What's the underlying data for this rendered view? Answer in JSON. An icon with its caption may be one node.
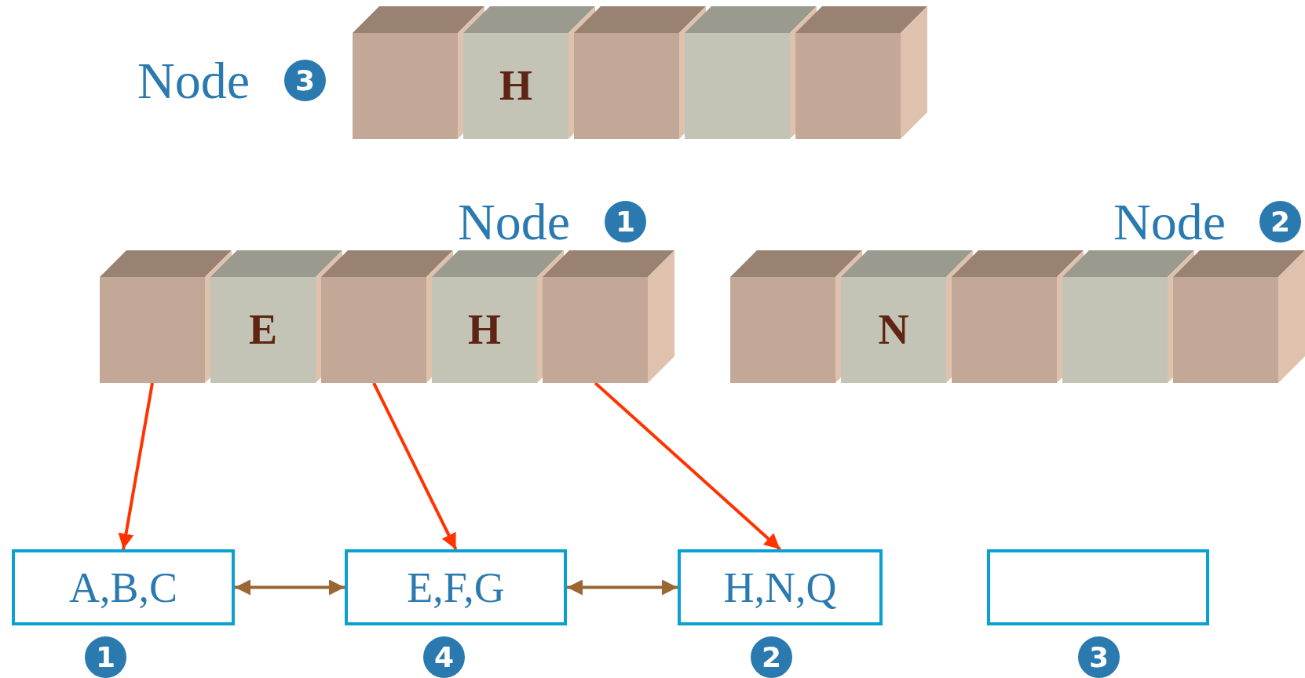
{
  "diagram": {
    "nodes": [
      {
        "text": [],
        "shape": "cube"
      },
      {
        "text": [
          "H"
        ]
      },
      {
        "text": [],
        "shape": "cube"
      },
      {
        "text": [],
        "shape": "cube"
      },
      {
        "text": [],
        "shape": "cube"
      },
      {
        "text": [],
        "shape": "cube"
      },
      {
        "text": [
          "E"
        ]
      },
      {
        "text": [],
        "shape": "cube"
      },
      {
        "text": [
          "H"
        ]
      },
      {
        "text": [],
        "shape": "cube"
      },
      {
        "text": [],
        "shape": "cube"
      },
      {
        "text": [
          "N"
        ]
      },
      {
        "text": [],
        "shape": "cube"
      },
      {
        "text": [],
        "shape": "cube"
      },
      {
        "text": [],
        "shape": "cube"
      },
      {
        "text": [
          "A,B,C"
        ],
        "beside": [
          "1"
        ]
      },
      {
        "text": [
          "E,F,G"
        ],
        "beside": [
          "4"
        ]
      },
      {
        "text": [
          "H,N,Q"
        ],
        "beside": [
          "2"
        ]
      },
      {
        "text": [],
        "shape": "box",
        "beside": [
          "3"
        ]
      }
    ],
    "edges": [
      {
        "from": 5,
        "to": 15,
        "arrow": "to"
      },
      {
        "from": 7,
        "to": 16,
        "arrow": "to"
      },
      {
        "from": 9,
        "to": 17,
        "arrow": "to"
      },
      {
        "from": 15,
        "to": 16,
        "arrow": "both",
        "color": "#9a6634"
      },
      {
        "from": 16,
        "to": 17,
        "arrow": "both",
        "color": "#9a6634"
      }
    ],
    "labels": [
      "Node",
      "3",
      "Node",
      "1",
      "Node",
      "2"
    ]
  }
}
